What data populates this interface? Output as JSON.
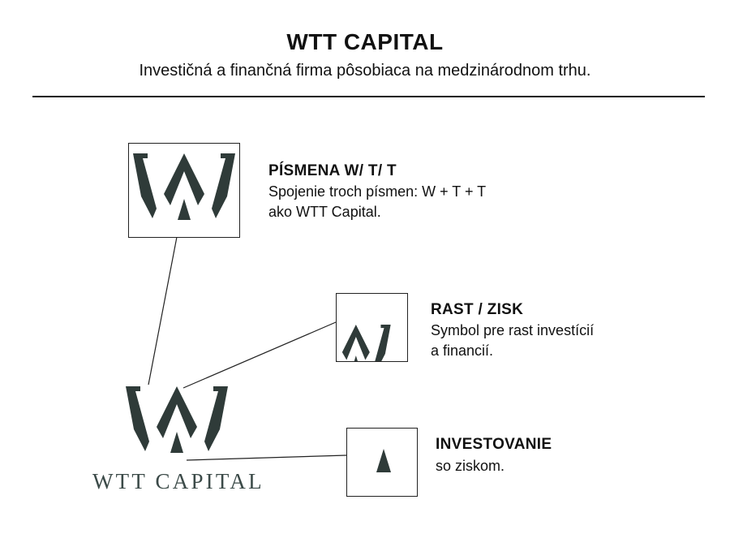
{
  "header": {
    "title": "WTT CAPITAL",
    "subtitle": "Investičná a finančná firma pôsobiaca na medzinárodnom trhu."
  },
  "logo": {
    "wordmark": "WTT CAPITAL",
    "color": "#2f3b39"
  },
  "elements": [
    {
      "title": "PÍSMENA W/ T/ T",
      "description_lines": [
        "Spojenie troch písmen: W + T + T",
        "ako WTT Capital."
      ]
    },
    {
      "title": "RAST / ZISK",
      "description_lines": [
        "Symbol pre rast investícií",
        "a financií."
      ]
    },
    {
      "title": "INVESTOVANIE",
      "description_lines": [
        "so ziskom."
      ]
    }
  ]
}
